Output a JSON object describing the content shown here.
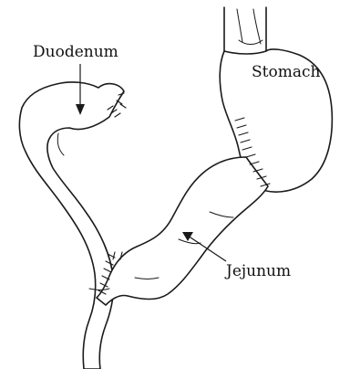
{
  "labels": {
    "duodenum": "Duodenum",
    "stomach": "Stomach",
    "jejunum": "Jejunum"
  }
}
